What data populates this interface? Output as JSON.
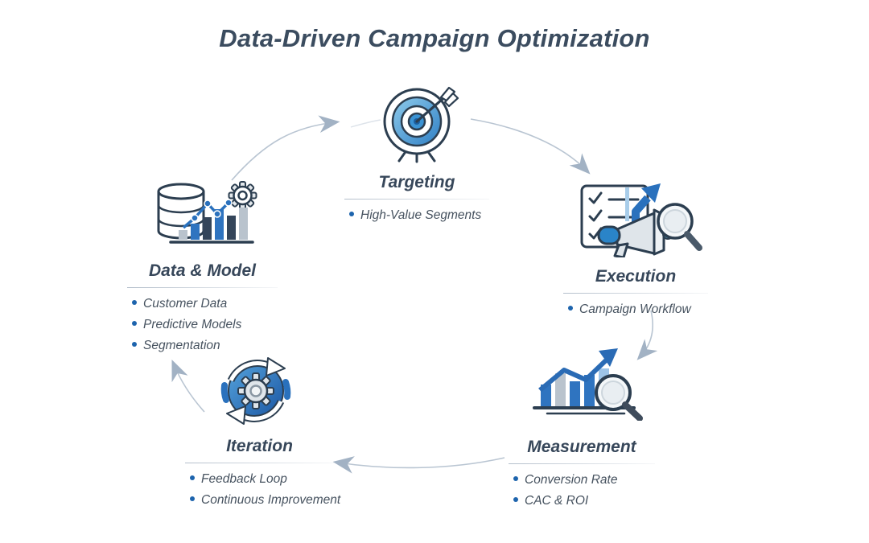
{
  "title": "Data-Driven Campaign Optimization",
  "nodes": {
    "targeting": {
      "label": "Targeting",
      "icon": "target-bullseye-icon",
      "bullets": [
        "High-Value Segments"
      ]
    },
    "execution": {
      "label": "Execution",
      "icon": "checklist-megaphone-magnifier-icon",
      "bullets": [
        "Campaign Workflow"
      ]
    },
    "measurement": {
      "label": "Measurement",
      "icon": "bar-chart-magnifier-icon",
      "bullets": [
        "Conversion Rate",
        "CAC & ROI"
      ]
    },
    "iteration": {
      "label": "Iteration",
      "icon": "cycle-gear-icon",
      "bullets": [
        "Feedback Loop",
        "Continuous Improvement"
      ]
    },
    "data_model": {
      "label": "Data & Model",
      "icon": "database-chart-gear-icon",
      "bullets": [
        "Customer Data",
        "Predictive Models",
        "Segmentation"
      ]
    }
  },
  "flow": [
    {
      "from": "Data & Model",
      "to": "Targeting"
    },
    {
      "from": "Targeting",
      "to": "Execution"
    },
    {
      "from": "Execution",
      "to": "Measurement"
    },
    {
      "from": "Measurement",
      "to": "Iteration"
    },
    {
      "from": "Iteration",
      "to": "Data & Model"
    }
  ],
  "colors": {
    "background": "#ffffff",
    "title_text": "#3b4c5f",
    "label_text": "#37475a",
    "bullet_text": "#46525f",
    "bullet_dot": "#1d64ad",
    "arrow_line": "#b9c5d2",
    "arrow_head": "#a2b2c4",
    "accent_blue": "#2a71bd",
    "icon_outline": "#2c3e50",
    "icon_gray": "#b9c3cd"
  }
}
